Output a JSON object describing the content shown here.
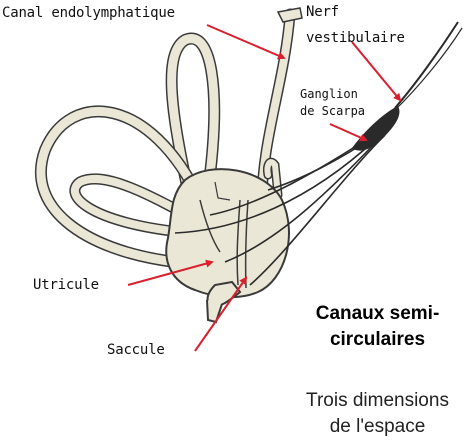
{
  "labels": {
    "canal_endolymphatique": "Canal endolymphatique",
    "nerf_vestibulaire_line1": "Nerf",
    "nerf_vestibulaire_line2": "vestibulaire",
    "ganglion_scarpa_line1": "Ganglion",
    "ganglion_scarpa_line2": "de Scarpa",
    "utricule": "Utricule",
    "saccule": "Saccule"
  },
  "caption": {
    "title_line1": "Canaux semi-",
    "title_line2": "circulaires",
    "subtitle_line1": "Trois dimensions",
    "subtitle_line2": "de l'espace"
  },
  "colors": {
    "tissue_fill": "#ebe7d6",
    "tissue_stroke": "#3a3a3a",
    "arrow": "#d9202f",
    "nerve": "#2a2a2a"
  }
}
